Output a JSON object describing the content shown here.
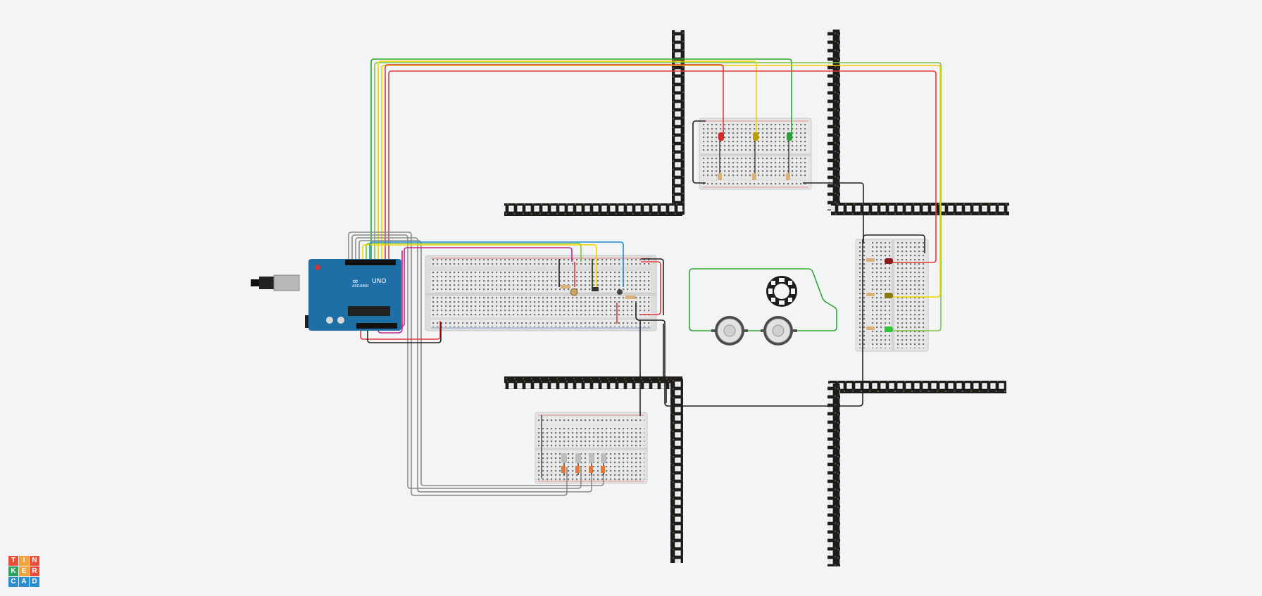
{
  "app": {
    "name": "Tinkercad"
  },
  "logo": {
    "letters": [
      "T",
      "I",
      "N",
      "K",
      "E",
      "R",
      "C",
      "A",
      "D"
    ],
    "colors": [
      "#e8503a",
      "#f1a43c",
      "#e8503a",
      "#2ea35c",
      "#f1a43c",
      "#e8503a",
      "#2a8fd1",
      "#2a8fd1",
      "#2a8fd1"
    ]
  },
  "arduino": {
    "brand": "ARDUINO",
    "model": "UNO"
  },
  "components": {
    "led_colors": [
      "#d42b2b",
      "#b8a000",
      "#27a33a"
    ],
    "wire_colors": {
      "red": "#e53935",
      "yellow": "#f2d200",
      "green": "#2ea82e",
      "light_green": "#7cc242",
      "black": "#222222",
      "gray": "#8a8a8a",
      "magenta": "#c1278c",
      "blue": "#1c8fd4"
    }
  }
}
